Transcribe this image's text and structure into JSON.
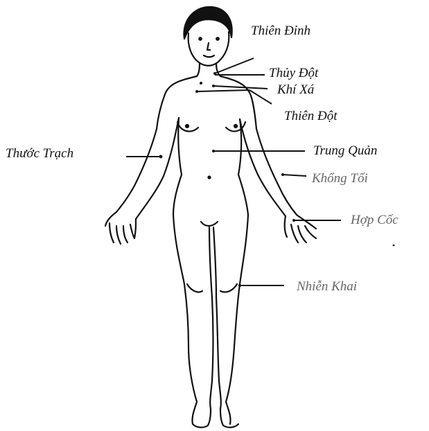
{
  "figure": {
    "ink_color": "#111111",
    "background": "#ffffff",
    "labels": {
      "thien_dinh": "Thiên Đỉnh",
      "thuy_dot": "Thủy Đột",
      "khi_xa": "Khí Xá",
      "thien_dot": "Thiên Đột",
      "thuoc_trach": "Thước Trạch",
      "trung_quan": "Trung Quản",
      "khong_toi": "Khổng Tối",
      "hop_coc": "Hợp Cốc",
      "nhien_khai": "Nhiễn Khai"
    }
  }
}
